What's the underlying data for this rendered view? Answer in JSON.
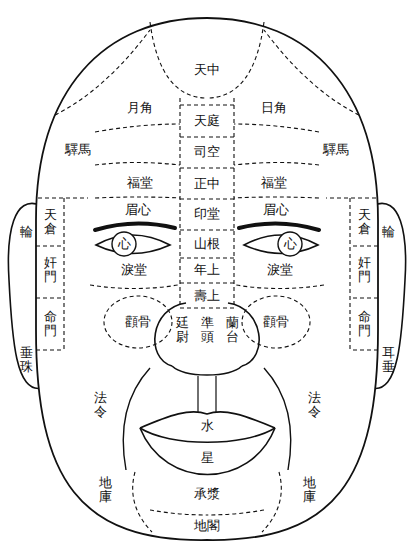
{
  "diagram": {
    "labels": [
      "天中",
      "月角",
      "日角",
      "天庭",
      "驛馬",
      "司空",
      "驛馬",
      "福堂",
      "正中",
      "福堂",
      "天倉",
      "眉心",
      "印堂",
      "眉心",
      "天倉",
      "輪",
      "心",
      "山根",
      "心",
      "輪",
      "奸門",
      "淚堂",
      "年上",
      "淚堂",
      "奸門",
      "壽上",
      "命門",
      "顴骨",
      "廷尉",
      "準頭",
      "蘭台",
      "顴骨",
      "命門",
      "垂珠",
      "耳垂",
      "法令",
      "法令",
      "水",
      "星",
      "地庫",
      "承漿",
      "地庫",
      "地閣"
    ]
  }
}
